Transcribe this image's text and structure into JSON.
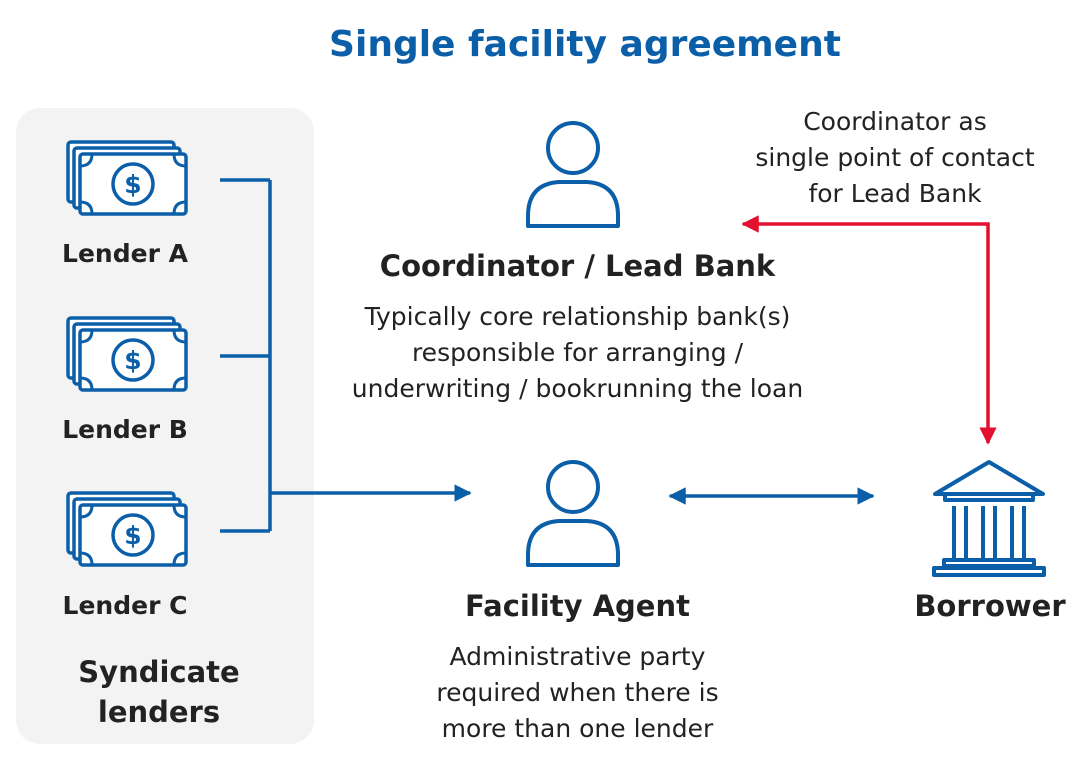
{
  "title": "Single facility agreement",
  "colors": {
    "title": "#0b5ea8",
    "flow": "#0b5ea8",
    "coordinator_link": "#e3102f",
    "panel": "#f3f3f4"
  },
  "syndicate": {
    "label_lines": [
      "Syndicate",
      "lenders"
    ],
    "lenders": [
      {
        "label": "Lender A",
        "icon": "banknote-stack-icon"
      },
      {
        "label": "Lender B",
        "icon": "banknote-stack-icon"
      },
      {
        "label": "Lender C",
        "icon": "banknote-stack-icon"
      }
    ]
  },
  "coordinator": {
    "title": "Coordinator / Lead Bank",
    "icon": "person-icon",
    "description_lines": [
      "Typically core relationship bank(s)",
      "responsible for arranging /",
      "underwriting / bookrunning the loan"
    ]
  },
  "facility_agent": {
    "title": "Facility Agent",
    "icon": "person-icon",
    "description_lines": [
      "Administrative party",
      "required when there is",
      "more than one lender"
    ]
  },
  "borrower": {
    "title": "Borrower",
    "icon": "bank-building-icon"
  },
  "contact_note": {
    "lines": [
      "Coordinator as",
      "single point of contact",
      "for Lead Bank"
    ]
  }
}
